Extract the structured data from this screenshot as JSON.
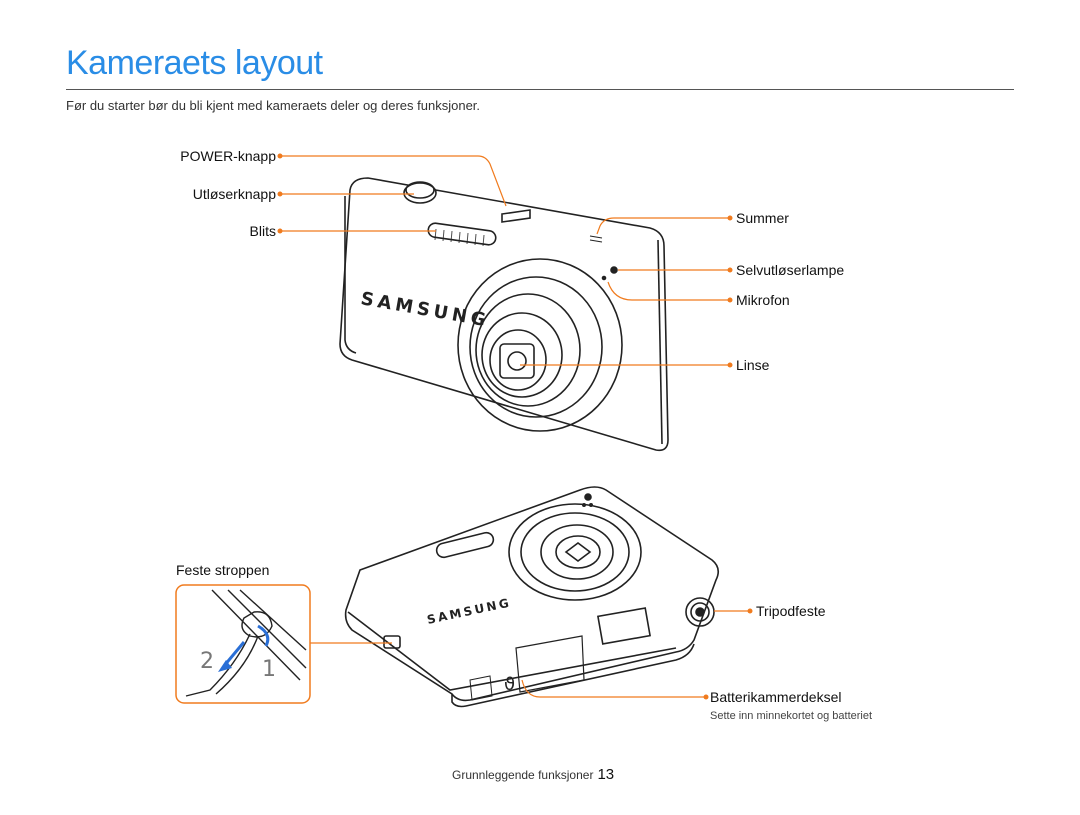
{
  "page": {
    "title": "Kameraets layout",
    "intro": "Før du starter bør du bli kjent med kameraets deler og deres funksjoner."
  },
  "labels": {
    "power": "POWER-knapp",
    "shutter": "Utløserknapp",
    "flash": "Blits",
    "speaker": "Summer",
    "timer_lamp": "Selvutløserlampe",
    "mic": "Mikrofon",
    "lens": "Linse",
    "strap": "Feste stroppen",
    "tripod": "Tripodfeste",
    "battery": "Batterikammerdeksel",
    "battery_sub": "Sette inn minnekortet og batteriet"
  },
  "brand": "SAMSUNG",
  "strap_steps": [
    "2",
    "1"
  ],
  "footer": {
    "section": "Grunnleggende funksjoner",
    "page_number": "13"
  },
  "colors": {
    "title": "#2a8de6",
    "callout": "#f07b1e"
  }
}
